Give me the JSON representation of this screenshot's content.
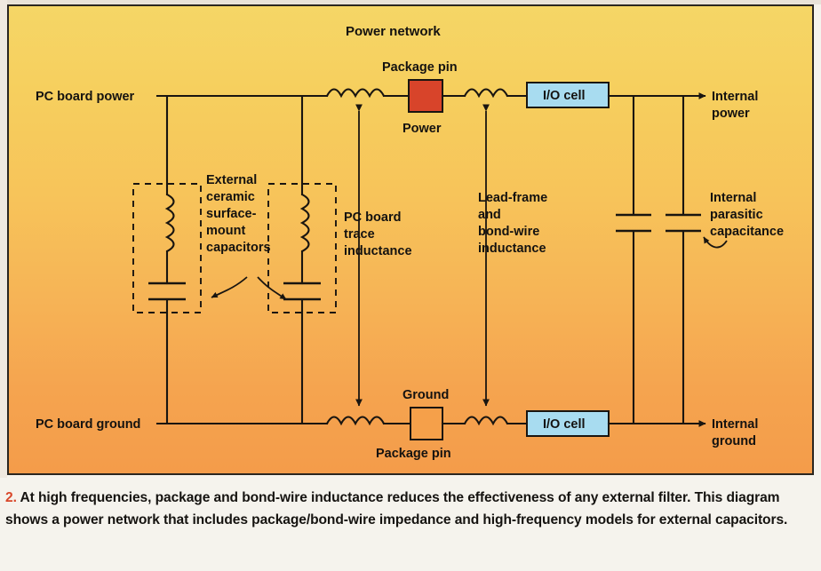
{
  "figure": {
    "title": "Power network",
    "caption_number": "2.",
    "caption_text": "At high frequencies, package and bond-wire inductance reduces the effectiveness of any external filter. This diagram shows a power network that includes package/bond-wire impedance and high-frequency models for external capacitors."
  },
  "colors": {
    "background_top": "#f5d666",
    "background_bottom": "#f49c4a",
    "power_pin": "#d8442a",
    "ground_pin": "#f5a04a",
    "io_cell": "#a8dcf0",
    "ink": "#191510",
    "caption_accent": "#d8472a"
  },
  "labels": {
    "pc_board_power": "PC board power",
    "pc_board_ground": "PC board ground",
    "package_pin_top": "Package pin",
    "package_pin_bottom": "Package pin",
    "power": "Power",
    "ground": "Ground",
    "io_cell_top": "I/O cell",
    "io_cell_bottom": "I/O cell",
    "internal_power_l1": "Internal",
    "internal_power_l2": "power",
    "internal_ground_l1": "Internal",
    "internal_ground_l2": "ground",
    "external_caps_l1": "External",
    "external_caps_l2": "ceramic",
    "external_caps_l3": "surface-",
    "external_caps_l4": "mount",
    "external_caps_l5": "capacitors",
    "pc_trace_l1": "PC board",
    "pc_trace_l2": "trace",
    "pc_trace_l3": "inductance",
    "lead_frame_l1": "Lead-frame",
    "lead_frame_l2": "and",
    "lead_frame_l3": "bond-wire",
    "lead_frame_l4": "inductance",
    "internal_parasitic_l1": "Internal",
    "internal_parasitic_l2": "parasitic",
    "internal_parasitic_l3": "capacitance"
  },
  "components": {
    "inductors": [
      {
        "name": "pc-board-trace-inductor-power"
      },
      {
        "name": "bond-wire-inductor-power"
      },
      {
        "name": "pc-board-trace-inductor-ground"
      },
      {
        "name": "bond-wire-inductor-ground"
      },
      {
        "name": "esl-inductor-cap-1"
      },
      {
        "name": "esl-inductor-cap-2"
      }
    ],
    "capacitors": [
      {
        "name": "external-ceramic-capacitor-1"
      },
      {
        "name": "external-ceramic-capacitor-2"
      },
      {
        "name": "internal-parasitic-capacitor-1"
      },
      {
        "name": "internal-parasitic-capacitor-2"
      }
    ],
    "blocks": [
      {
        "name": "package-pin-power",
        "label": "Power"
      },
      {
        "name": "package-pin-ground",
        "label": "Ground"
      },
      {
        "name": "io-cell-power",
        "label": "I/O cell"
      },
      {
        "name": "io-cell-ground",
        "label": "I/O cell"
      }
    ]
  }
}
